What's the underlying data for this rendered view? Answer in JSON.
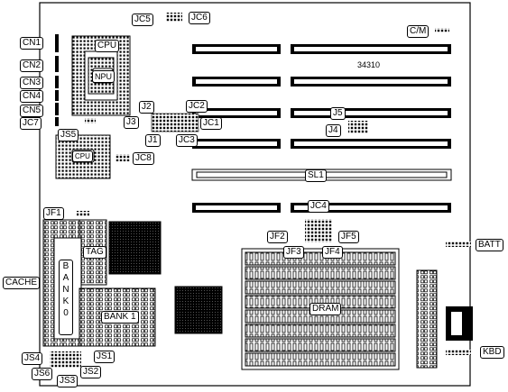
{
  "board_id": "34310",
  "components": {
    "cpu": "CPU",
    "npu": "NPU",
    "cpu_small": "CPU",
    "slot_sl1": "SL1",
    "tag": "TAG",
    "bank0": "BANK 0",
    "bank1": "BANK 1",
    "dram": "DRAM",
    "cache": "CACHE"
  },
  "connectors": {
    "cn1": "CN1",
    "cn2": "CN2",
    "cn3": "CN3",
    "cn4": "CN4",
    "cn5": "CN5",
    "batt": "BATT",
    "kbd": "KBD"
  },
  "jumpers": {
    "jc1": "JC1",
    "jc2": "JC2",
    "jc3": "JC3",
    "jc4": "JC4",
    "jc5": "JC5",
    "jc6": "JC6",
    "jc7": "JC7",
    "jc8": "JC8",
    "j1": "J1",
    "j2": "J2",
    "j3": "J3",
    "j4": "J4",
    "j5": "J5",
    "jf1": "JF1",
    "jf2": "JF2",
    "jf3": "JF3",
    "jf4": "JF4",
    "jf5": "JF5",
    "js1": "JS1",
    "js2": "JS2",
    "js3": "JS3",
    "js4": "JS4",
    "js5": "JS5",
    "js6": "JS6",
    "cm": "C/M"
  }
}
